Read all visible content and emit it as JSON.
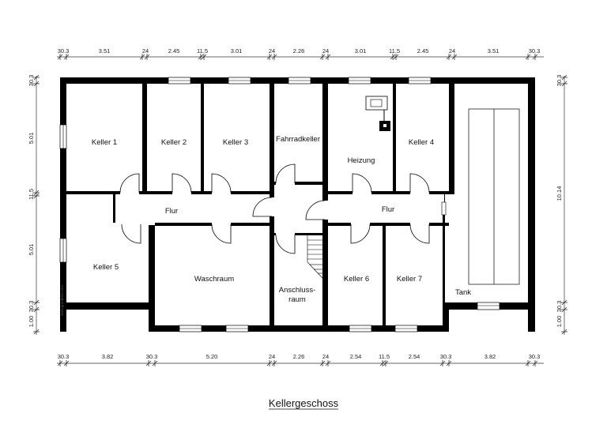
{
  "title": "Kellergeschoss",
  "watermark": "www.grundriss.com",
  "rooms": {
    "keller1": "Keller 1",
    "keller2": "Keller 2",
    "keller3": "Keller 3",
    "fahrradkeller": "Fahrradkeller",
    "heizung": "Heizung",
    "keller4": "Keller 4",
    "flur_left": "Flur",
    "flur_right": "Flur",
    "keller5": "Keller 5",
    "waschraum": "Waschraum",
    "anschluss_1": "Anschluss-",
    "anschluss_2": "raum",
    "keller6": "Keller 6",
    "keller7": "Keller 7",
    "tank": "Tank"
  },
  "dimensions": {
    "top": [
      "30.3",
      "3.51",
      "24",
      "2.45",
      "11.5",
      "3.01",
      "24",
      "2.26",
      "24",
      "3.01",
      "11.5",
      "2.45",
      "24",
      "3.51",
      "30.3"
    ],
    "bottom": [
      "30.3",
      "3.82",
      "30.3",
      "5.20",
      "24",
      "2.26",
      "24",
      "2.54",
      "11.5",
      "2.54",
      "30.3",
      "3.82",
      "30.3"
    ],
    "left": [
      "30.3",
      "5.01",
      "11.5",
      "5.01",
      "30.3",
      "1.00"
    ],
    "right": [
      "30.3",
      "10.14",
      "30.3",
      "1.00"
    ]
  },
  "colors": {
    "wall": "#000000",
    "line": "#333333",
    "background": "#ffffff"
  }
}
